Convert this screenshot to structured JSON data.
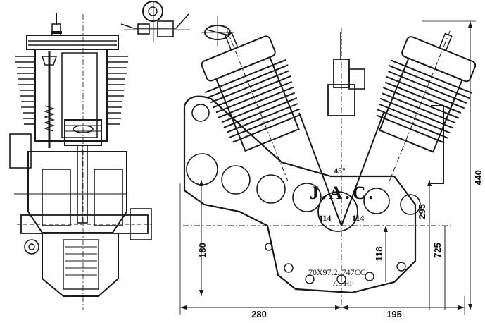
{
  "drawing": {
    "dimensions": {
      "overall_height": "440",
      "upper_height": "295",
      "mid_height": "725",
      "crank_height": "118",
      "left_height": "180",
      "left_length": "280",
      "right_length": "195"
    },
    "angle_label": "45°",
    "half_angle_left": "114",
    "half_angle_right": "114",
    "crankcase_brand": "J.A.C.",
    "spec_line_1": "70X97.2, 747CC",
    "spec_line_2": "7.5 HP"
  }
}
